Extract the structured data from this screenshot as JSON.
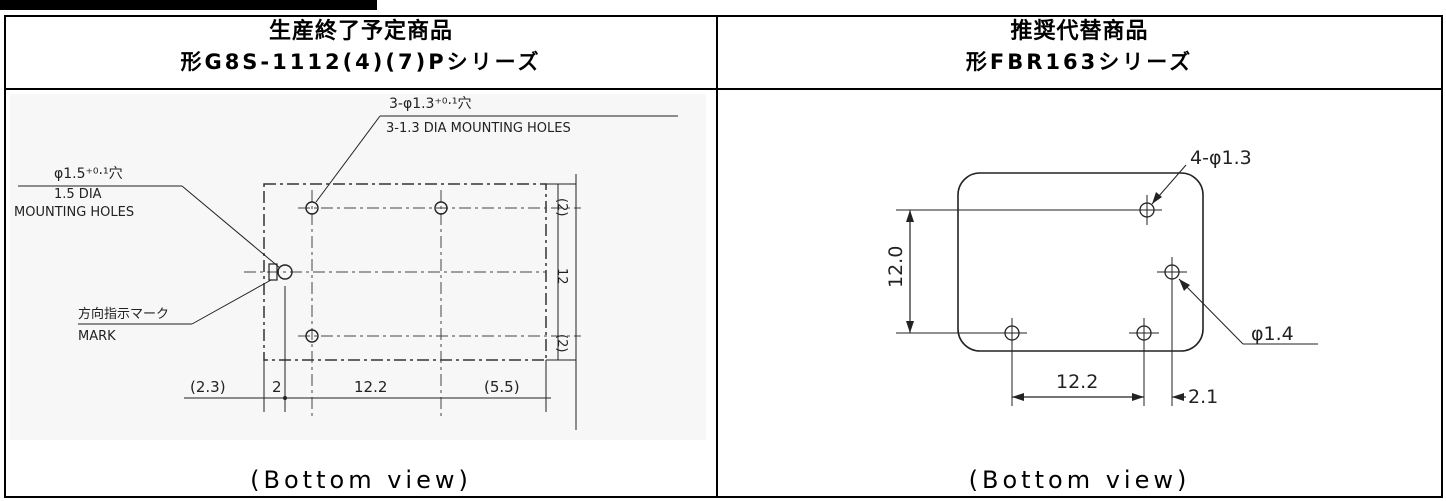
{
  "left": {
    "title": "生産終了予定商品",
    "model": "形G8S-1112(4)(7)Pシリーズ",
    "caption": "(Bottom view)",
    "drawing": {
      "top_hole_jp": "3-φ1.3⁺⁰·¹穴",
      "top_hole_en": "3-1.3 DIA MOUNTING HOLES",
      "left_hole_jp": "φ1.5⁺⁰·¹穴",
      "left_hole_en1": "1.5 DIA",
      "left_hole_en2": "MOUNTING HOLES",
      "mark_jp": "方向指示マーク",
      "mark_en": "MARK",
      "dim_2_top": "(2)",
      "dim_12": "12",
      "dim_2_bottom": "(2)",
      "dim_2_3": "(2.3)",
      "dim_2": "2",
      "dim_12_2": "12.2",
      "dim_5_5": "(5.5)"
    }
  },
  "right": {
    "title": "推奨代替商品",
    "model": "形FBR163シリーズ",
    "caption": "(Bottom view)",
    "drawing": {
      "hole_label": "4-φ1.3",
      "dim_12_0": "12.0",
      "dim_phi_1_4": "φ1.4",
      "dim_12_2": "12.2",
      "dim_2_1": "2.1"
    }
  }
}
